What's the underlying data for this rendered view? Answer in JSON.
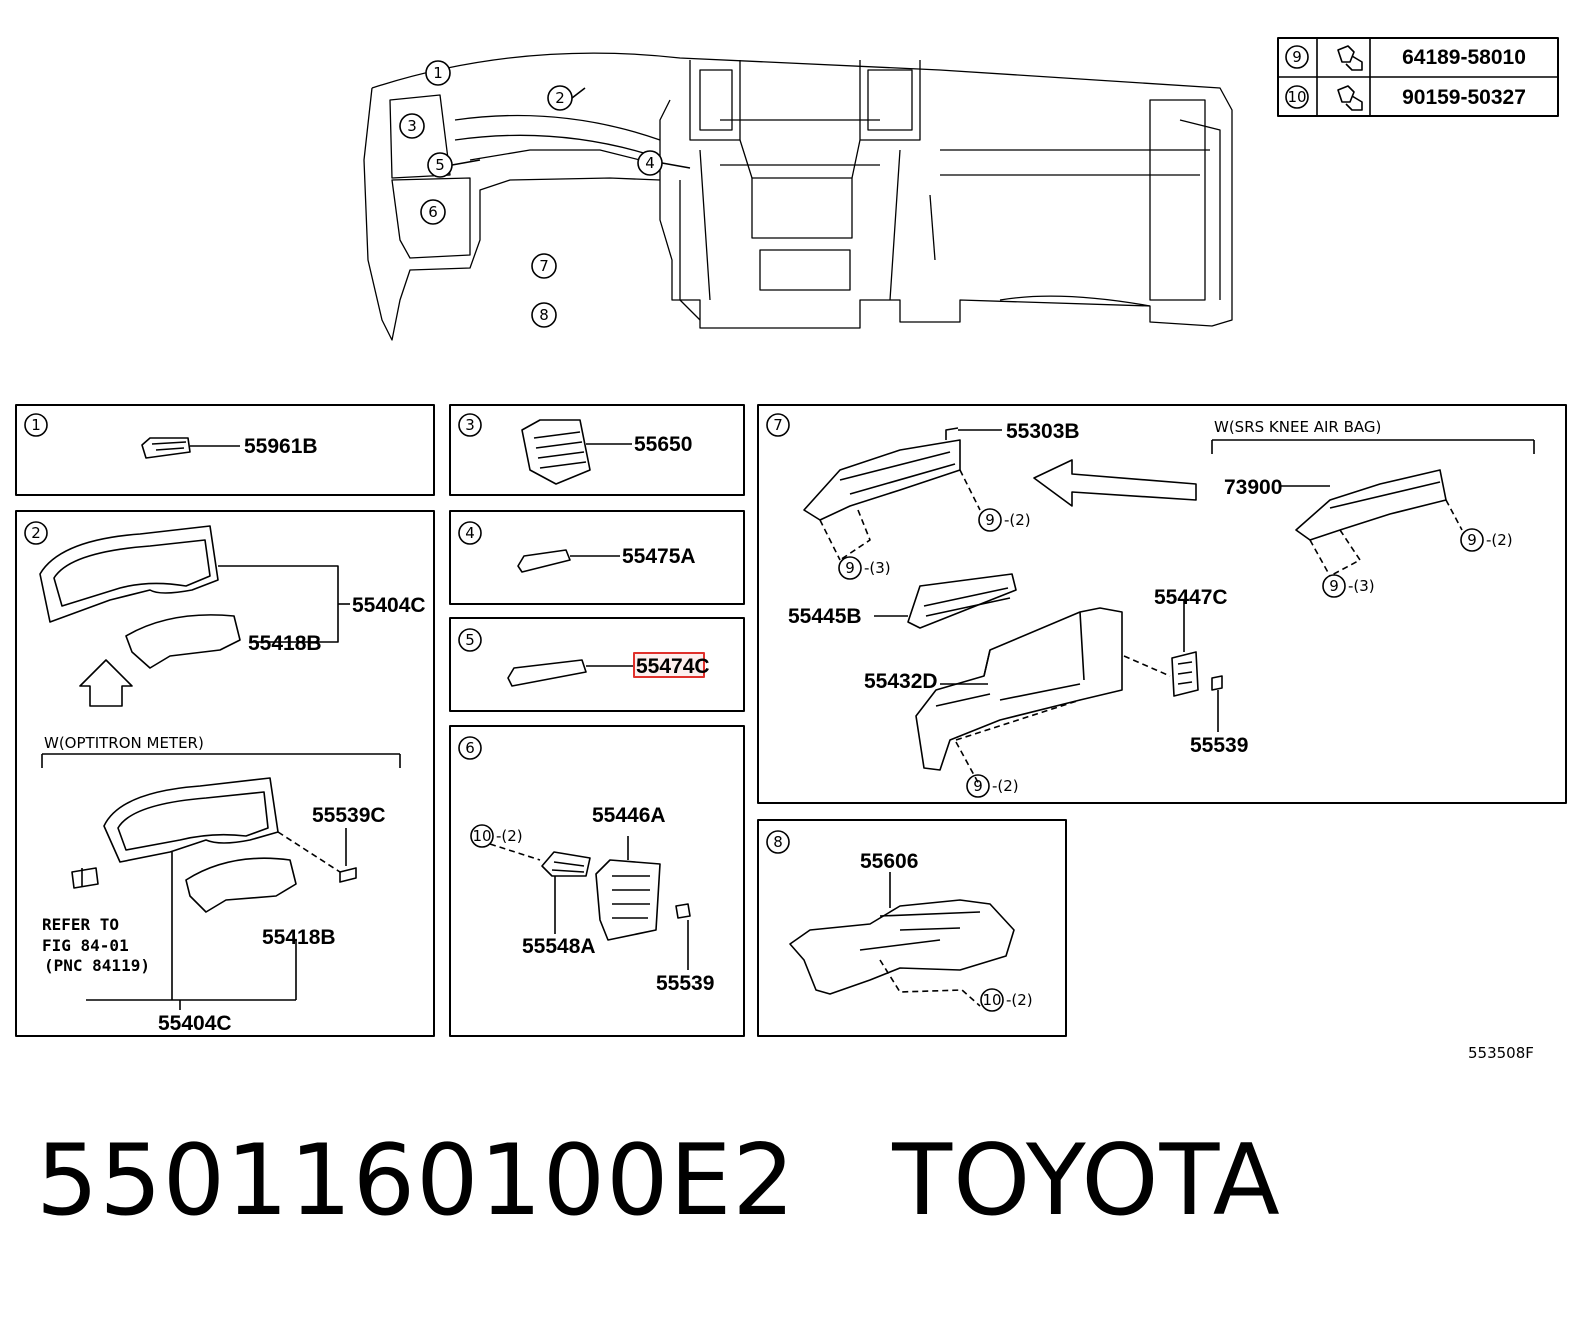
{
  "title": "5501160100E2   TOYOTA",
  "figure_code": "553508F",
  "fastener_table": [
    {
      "ref": "9",
      "part": "64189-58010"
    },
    {
      "ref": "10",
      "part": "90159-50327"
    }
  ],
  "overview_callouts": [
    "1",
    "2",
    "3",
    "4",
    "5",
    "6",
    "7",
    "8"
  ],
  "panels": {
    "p1": {
      "ref": "1",
      "parts": [
        "55961B"
      ]
    },
    "p2": {
      "ref": "2",
      "parts": [
        "55404C",
        "55418B",
        "55539C",
        "55418B",
        "55404C"
      ],
      "option": "W(OPTITRON METER)",
      "note": [
        "REFER TO",
        "FIG 84-01",
        "(PNC 84119)"
      ]
    },
    "p3": {
      "ref": "3",
      "parts": [
        "55650"
      ]
    },
    "p4": {
      "ref": "4",
      "parts": [
        "55475A"
      ]
    },
    "p5": {
      "ref": "5",
      "parts": [
        "55474C"
      ]
    },
    "p6": {
      "ref": "6",
      "parts": [
        "55446A",
        "55548A",
        "55539"
      ],
      "fastener": {
        "ref": "10",
        "qty": "-(2)"
      }
    },
    "p7": {
      "ref": "7",
      "parts": [
        "55303B",
        "55445B",
        "55447C",
        "55432D",
        "55539",
        "73900"
      ],
      "option": "W(SRS KNEE AIR BAG)",
      "fasteners": [
        {
          "ref": "9",
          "qty": "-(2)"
        },
        {
          "ref": "9",
          "qty": "-(3)"
        },
        {
          "ref": "9",
          "qty": "-(2)"
        },
        {
          "ref": "9",
          "qty": "-(3)"
        },
        {
          "ref": "9",
          "qty": "-(2)"
        }
      ]
    },
    "p8": {
      "ref": "8",
      "parts": [
        "55606"
      ],
      "fastener": {
        "ref": "10",
        "qty": "-(2)"
      }
    }
  }
}
